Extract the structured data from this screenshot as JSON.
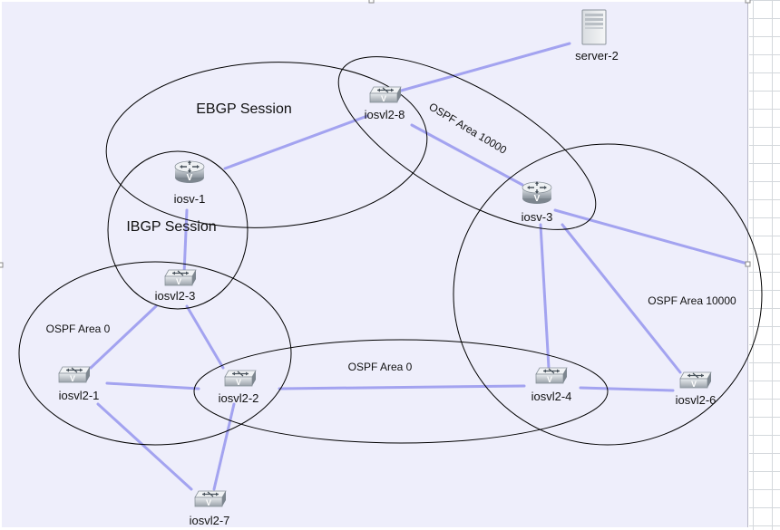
{
  "diagram": {
    "regions": {
      "ebgp": "EBGP Session",
      "ibgp": "IBGP Session",
      "ospf_area_0_left": "OSPF Area 0",
      "ospf_area_0_center": "OSPF Area 0",
      "ospf_area_10000_diag": "OSPF Area 10000",
      "ospf_area_10000_right": "OSPF Area 10000"
    },
    "nodes": {
      "server_2": "server-2",
      "iosvl2_8": "iosvl2-8",
      "iosv_1": "iosv-1",
      "iosv_3": "iosv-3",
      "iosvl2_3": "iosvl2-3",
      "iosvl2_1": "iosvl2-1",
      "iosvl2_2": "iosvl2-2",
      "iosvl2_4": "iosvl2-4",
      "iosvl2_6": "iosvl2-6",
      "iosvl2_7": "iosvl2-7"
    },
    "colors": {
      "link": "#a3a3f0",
      "background": "#eeeefb",
      "outline": "#000000"
    },
    "icons": {
      "router": "router-icon",
      "switch": "switch-icon",
      "server": "server-icon"
    }
  }
}
